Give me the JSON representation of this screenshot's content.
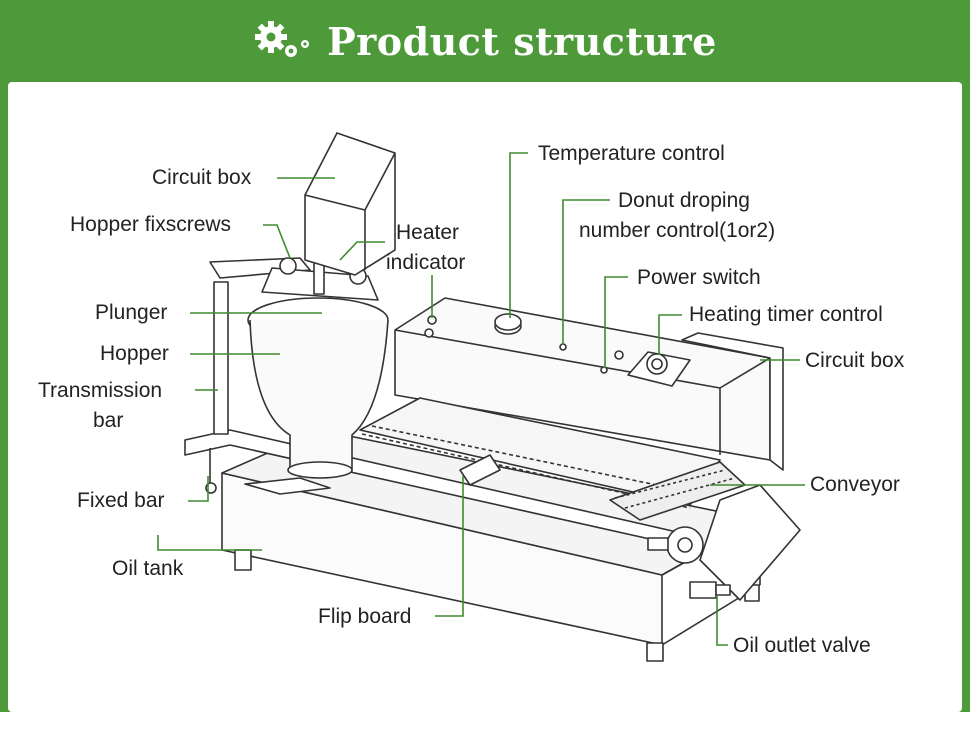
{
  "header": {
    "title": "Product structure",
    "icon": "gears-icon"
  },
  "colors": {
    "brand_green": "#4e9a3a",
    "line": "#333333",
    "leader_green": "#3f8a2e"
  },
  "labels": {
    "circuit_box_left": "Circuit box",
    "hopper_fixscrews": "Hopper fixscrews",
    "heater_indicator_1": "Heater",
    "heater_indicator_2": "indicator",
    "plunger": "Plunger",
    "hopper": "Hopper",
    "transmission_bar_1": "Transmission",
    "transmission_bar_2": "bar",
    "fixed_bar": "Fixed bar",
    "oil_tank": "Oil tank",
    "flip_board": "Flip board",
    "temperature_control": "Temperature control",
    "donut_droping_1": "Donut droping",
    "donut_droping_2": "number control(1or2)",
    "power_switch": "Power switch",
    "heating_timer_control": "Heating timer control",
    "circuit_box_right": "Circuit box",
    "conveyor": "Conveyor",
    "oil_outlet_valve": "Oil outlet valve"
  }
}
